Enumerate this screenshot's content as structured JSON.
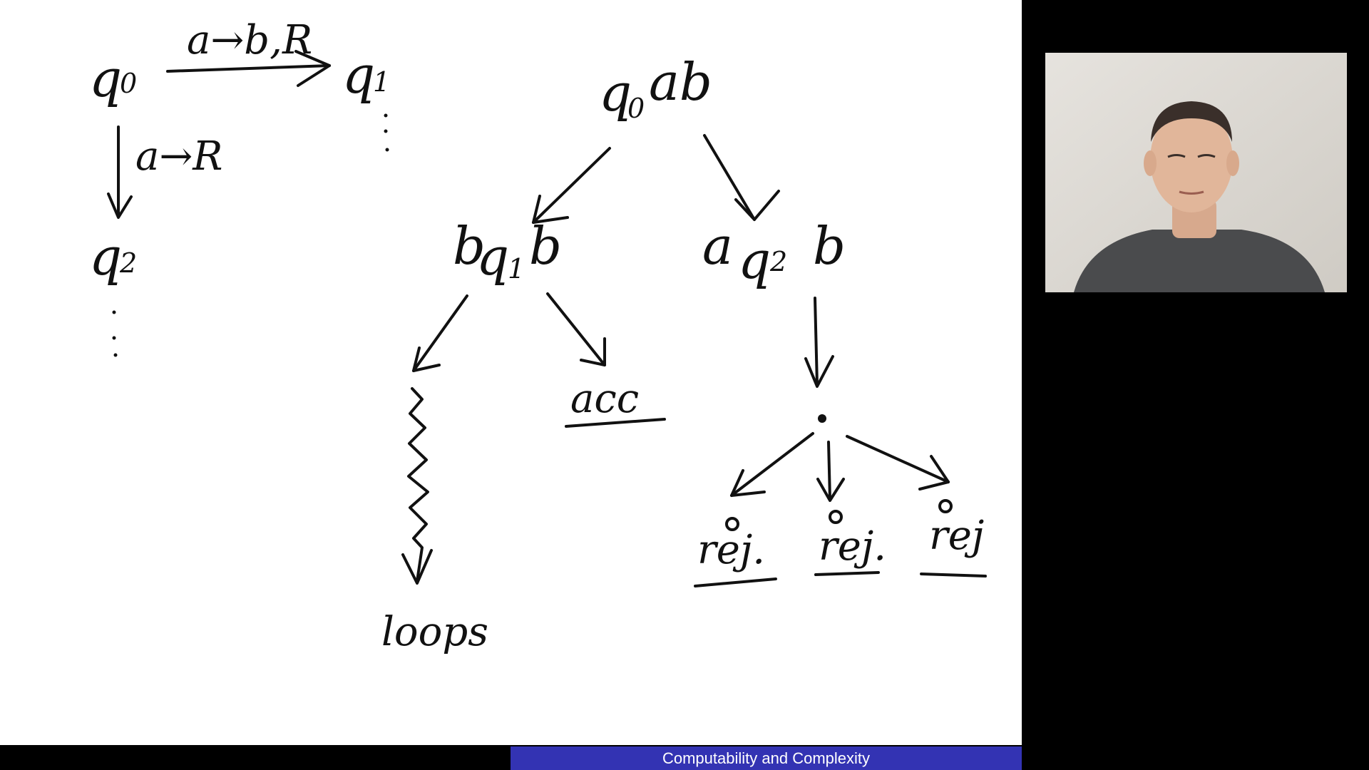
{
  "slide": {
    "top_left": {
      "state_q0": "q",
      "state_q0_sub": "0",
      "state_q1": "q",
      "state_q1_sub": "1",
      "state_q2": "q",
      "state_q2_sub": "2",
      "transition_q0_q1": "a→b,R",
      "transition_q0_q2": "a→R"
    },
    "tree": {
      "root_a": "q",
      "root_sub": "0",
      "root_b": "ab",
      "left_child_prefix": "b",
      "left_child_state": "q",
      "left_child_sub": "1",
      "left_child_suffix": "b",
      "right_child_prefix": "a",
      "right_child_state": "q",
      "right_child_sub": "2",
      "right_child_suffix": "b",
      "loops_label": "loops",
      "acc_label": "acc",
      "rej_label_1": "rej.",
      "rej_label_2": "rej.",
      "rej_label_3": "rej"
    }
  },
  "footer": {
    "course_title": "Computability and Complexity"
  },
  "colors": {
    "footer_accent": "#3333b3",
    "ink": "#111111"
  },
  "webcam": {
    "icon": "presenter-video-feed"
  }
}
